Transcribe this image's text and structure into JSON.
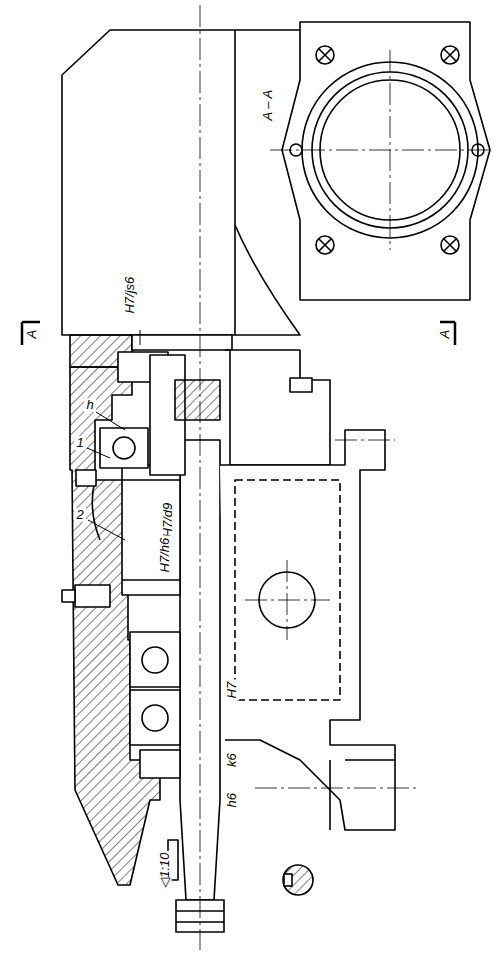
{
  "diagram": {
    "labels": [
      "H7/js6",
      "A",
      "A",
      "A – A",
      "h",
      "1",
      "2",
      "H7/d9",
      "H7/h6",
      "H7",
      "k6",
      "h6",
      "◁1:10"
    ]
  }
}
